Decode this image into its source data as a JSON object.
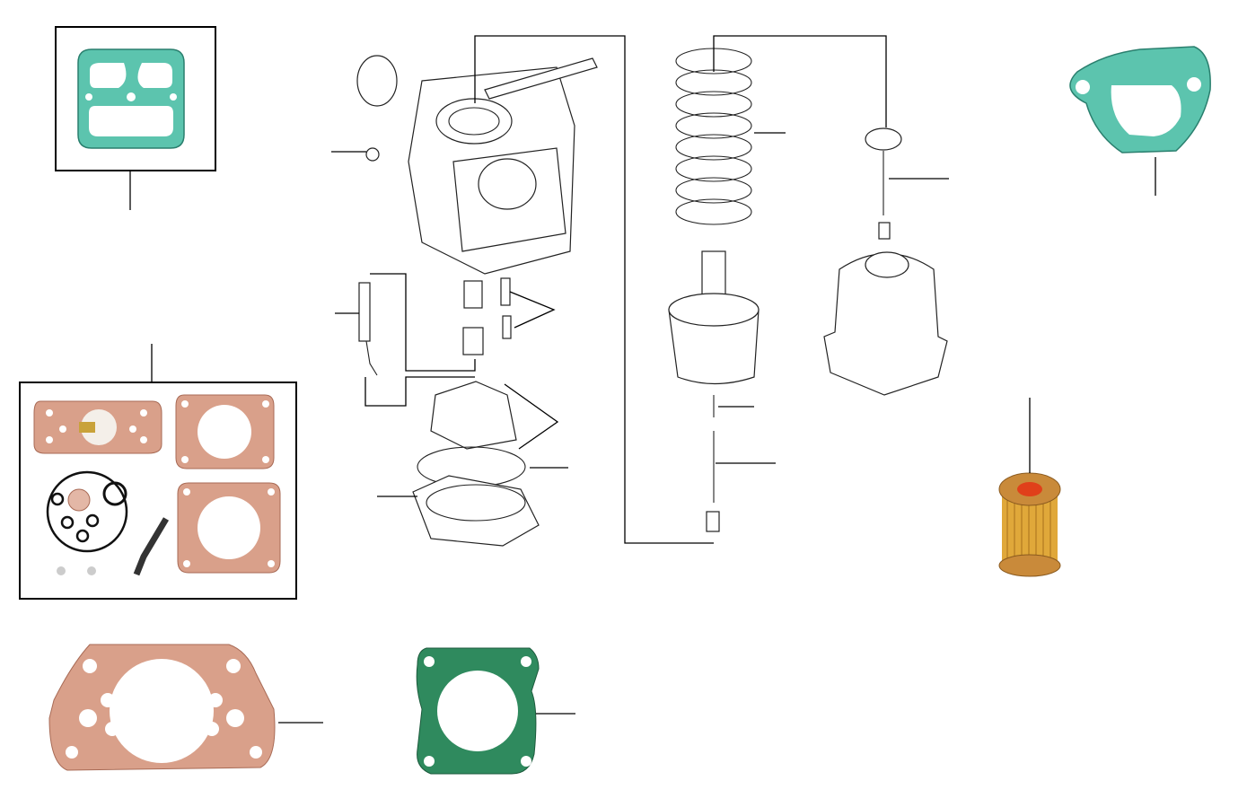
{
  "diagram": {
    "parts": [
      {
        "id": "float-chamber-gasket",
        "icon": "teal-gasket-icon"
      },
      {
        "id": "carburettor-body",
        "icon": "carburettor-body-icon"
      },
      {
        "id": "piston-spring",
        "icon": "spring-icon"
      },
      {
        "id": "damper-cap",
        "icon": "damper-icon"
      },
      {
        "id": "suction-chamber",
        "icon": "dashpot-icon"
      },
      {
        "id": "top-right-gasket",
        "icon": "teal-gasket-icon"
      },
      {
        "id": "rebuild-kit",
        "icon": "gasket-kit-icon"
      },
      {
        "id": "fuel-filter",
        "icon": "fuel-filter-icon"
      },
      {
        "id": "insulator-gasket-pink",
        "icon": "pink-gasket-icon"
      },
      {
        "id": "insulator-gasket-green",
        "icon": "green-gasket-icon"
      }
    ],
    "colors": {
      "teal_gasket": "#5cc4ae",
      "pink_gasket": "#d9a08a",
      "green_gasket": "#2f8a5e",
      "filter_paper": "#e0a83a",
      "filter_cap": "#c98a3a",
      "leader_line": "#000000"
    }
  }
}
